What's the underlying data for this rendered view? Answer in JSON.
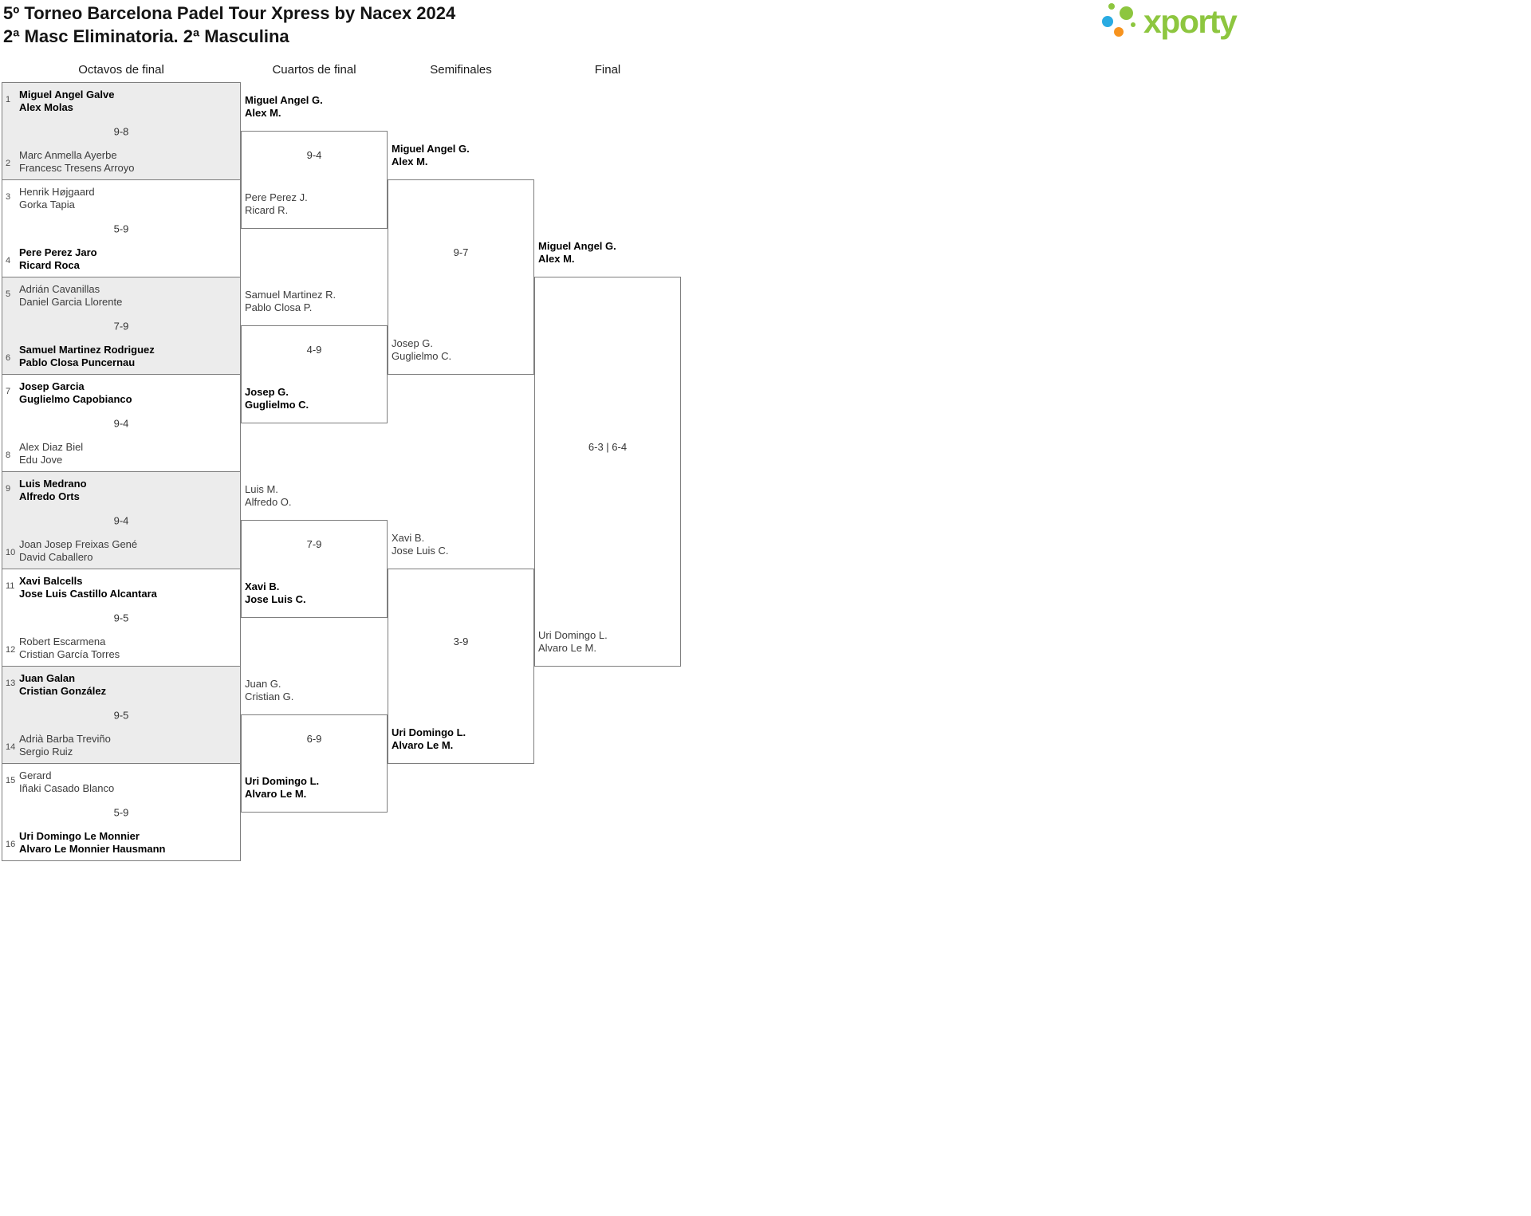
{
  "header": {
    "title": "5º Torneo Barcelona Padel Tour Xpress by Nacex 2024",
    "subtitle": "2ª Masc Eliminatoria. 2ª Masculina",
    "logo_text": "xporty"
  },
  "colors": {
    "logo_green": "#8dc63f",
    "logo_blue": "#29abe2",
    "logo_orange": "#f7931e",
    "shaded_box": "#ececec",
    "line": "#7e7e7e"
  },
  "rounds": [
    "Octavos de final",
    "Cuartos de final",
    "Semifinales",
    "Final"
  ],
  "octavos": [
    {
      "seed1": "1",
      "seed2": "2",
      "team1": [
        "Miguel Angel Galve",
        "Alex Molas"
      ],
      "team2": [
        "Marc Anmella Ayerbe",
        "Francesc Tresens Arroyo"
      ],
      "score": "9-8",
      "winner": "team1"
    },
    {
      "seed1": "3",
      "seed2": "4",
      "team1": [
        "Henrik Højgaard",
        "Gorka Tapia"
      ],
      "team2": [
        "Pere Perez Jaro",
        "Ricard Roca"
      ],
      "score": "5-9",
      "winner": "team2"
    },
    {
      "seed1": "5",
      "seed2": "6",
      "team1": [
        "Adrián Cavanillas",
        "Daniel Garcia Llorente"
      ],
      "team2": [
        "Samuel Martinez Rodriguez",
        "Pablo Closa Puncernau"
      ],
      "score": "7-9",
      "winner": "team2"
    },
    {
      "seed1": "7",
      "seed2": "8",
      "team1": [
        "Josep Garcia",
        "Guglielmo Capobianco"
      ],
      "team2": [
        "Alex Diaz Biel",
        "Edu Jove"
      ],
      "score": "9-4",
      "winner": "team1"
    },
    {
      "seed1": "9",
      "seed2": "10",
      "team1": [
        "Luis Medrano",
        "Alfredo Orts"
      ],
      "team2": [
        "Joan Josep Freixas Gené",
        "David Caballero"
      ],
      "score": "9-4",
      "winner": "team1"
    },
    {
      "seed1": "11",
      "seed2": "12",
      "team1": [
        "Xavi Balcells",
        "Jose Luis Castillo Alcantara"
      ],
      "team2": [
        "Robert Escarmena",
        "Cristian García Torres"
      ],
      "score": "9-5",
      "winner": "team1"
    },
    {
      "seed1": "13",
      "seed2": "14",
      "team1": [
        "Juan Galan",
        "Cristian González"
      ],
      "team2": [
        "Adrià Barba Treviño",
        "Sergio Ruiz"
      ],
      "score": "9-5",
      "winner": "team1"
    },
    {
      "seed1": "15",
      "seed2": "16",
      "team1": [
        "Gerard",
        "Iñaki Casado Blanco"
      ],
      "team2": [
        "Uri Domingo Le Monnier",
        "Alvaro Le Monnier Hausmann"
      ],
      "score": "5-9",
      "winner": "team2"
    }
  ],
  "cuartos": [
    {
      "team1": [
        "Miguel Angel G.",
        "Alex M."
      ],
      "team2": [
        "Pere Perez J.",
        "Ricard R."
      ],
      "score": "9-4",
      "winner": "team1"
    },
    {
      "team1": [
        "Samuel Martinez R.",
        "Pablo Closa P."
      ],
      "team2": [
        "Josep G.",
        "Guglielmo C."
      ],
      "score": "4-9",
      "winner": "team2"
    },
    {
      "team1": [
        "Luis M.",
        "Alfredo O."
      ],
      "team2": [
        "Xavi B.",
        "Jose Luis C."
      ],
      "score": "7-9",
      "winner": "team2"
    },
    {
      "team1": [
        "Juan G.",
        "Cristian G."
      ],
      "team2": [
        "Uri Domingo L.",
        "Alvaro Le M."
      ],
      "score": "6-9",
      "winner": "team2"
    }
  ],
  "semifinales": [
    {
      "team1": [
        "Miguel Angel G.",
        "Alex M."
      ],
      "team2": [
        "Josep G.",
        "Guglielmo C."
      ],
      "score": "9-7",
      "winner": "team1"
    },
    {
      "team1": [
        "Xavi B.",
        "Jose Luis C."
      ],
      "team2": [
        "Uri Domingo L.",
        "Alvaro Le M."
      ],
      "score": "3-9",
      "winner": "team2"
    }
  ],
  "final": {
    "team1": [
      "Miguel Angel G.",
      "Alex M."
    ],
    "team2": [
      "Uri Domingo L.",
      "Alvaro Le M."
    ],
    "score": "6-3 | 6-4",
    "winner": "team1"
  }
}
